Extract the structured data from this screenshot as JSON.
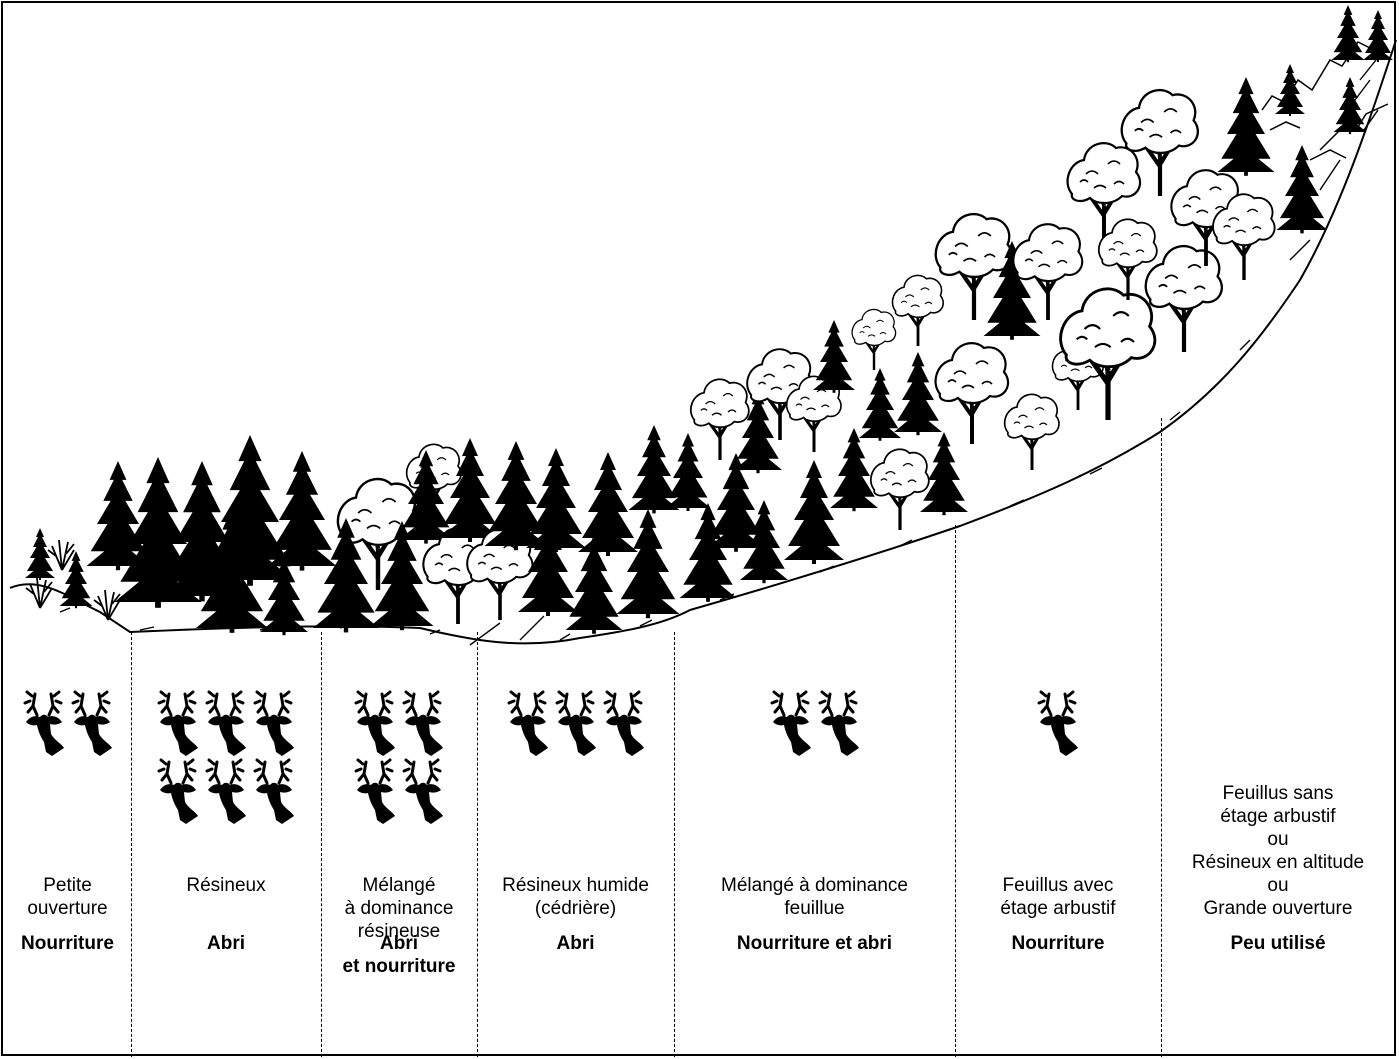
{
  "zones": [
    {
      "label": "Petite\nouverture",
      "use": "Nourriture",
      "deer": 2
    },
    {
      "label": "Résineux",
      "use": "Abri",
      "deer": 6
    },
    {
      "label": "Mélangé\nà dominance\nrésineuse",
      "use": "Abri\net nourriture",
      "deer": 4
    },
    {
      "label": "Résineux humide\n(cédrière)",
      "use": "Abri",
      "deer": 3
    },
    {
      "label": "Mélangé à dominance\nfeuillue",
      "use": "Nourriture et abri",
      "deer": 2
    },
    {
      "label": "Feuillus avec\nétage arbustif",
      "use": "Nourriture",
      "deer": 1
    },
    {
      "label": "Feuillus sans\nétage arbustif\nou\nRésineux en altitude\nou\nGrande ouverture",
      "use": "Peu utilisé",
      "deer": 0
    }
  ],
  "icons": {
    "deer": "deer-head-icon",
    "conifer": "conifer-tree-icon",
    "deciduous": "deciduous-tree-icon"
  },
  "colors": {
    "ink": "#000000",
    "background": "#ffffff"
  }
}
